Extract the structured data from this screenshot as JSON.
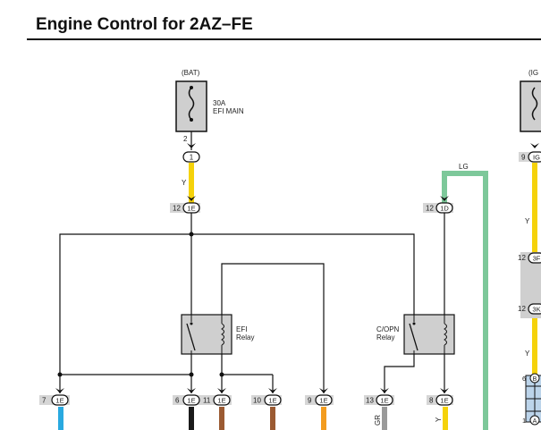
{
  "title": "Engine Control for 2AZ–FE",
  "sources": {
    "bat": "(BAT)",
    "ig": "(IG"
  },
  "fuse": {
    "pin": "2",
    "rating": "30A",
    "name": "EFI MAIN"
  },
  "relays": {
    "efi": {
      "line1": "EFI",
      "line2": "Relay"
    },
    "copn": {
      "line1": "C/OPN",
      "line2": "Relay"
    }
  },
  "wires": {
    "y": "Y",
    "lg": "LG",
    "gr": "GR"
  },
  "connectors": {
    "top1": {
      "pin": "",
      "id": "1"
    },
    "c12_1E": {
      "pin": "12",
      "id": "1E"
    },
    "c12_1D": {
      "pin": "12",
      "id": "1D"
    },
    "right_9": {
      "pin": "9",
      "id": "IG"
    },
    "right_12a": {
      "pin": "12",
      "id": "3F"
    },
    "right_12b": {
      "pin": "12",
      "id": "3K"
    },
    "b7": {
      "pin": "7",
      "id": "1E"
    },
    "b6": {
      "pin": "6",
      "id": "1E"
    },
    "b11": {
      "pin": "11",
      "id": "1E"
    },
    "b10": {
      "pin": "10",
      "id": "1E"
    },
    "b9": {
      "pin": "9",
      "id": "1E"
    },
    "b13": {
      "pin": "13",
      "id": "1E"
    },
    "b8": {
      "pin": "8",
      "id": "1E"
    }
  },
  "right_edge": {
    "pin_6": "6",
    "id_b": "B",
    "pin_1": "1",
    "id_a": "A"
  },
  "colors": {
    "yellow": "#f5d20a",
    "green": "#7dc89a",
    "cyan": "#29a9e0",
    "black": "#1a1a1a",
    "brown": "#9b5a32",
    "orange": "#f39c1f",
    "gray": "#9a9a9a",
    "shade": "#cfcfcf"
  }
}
